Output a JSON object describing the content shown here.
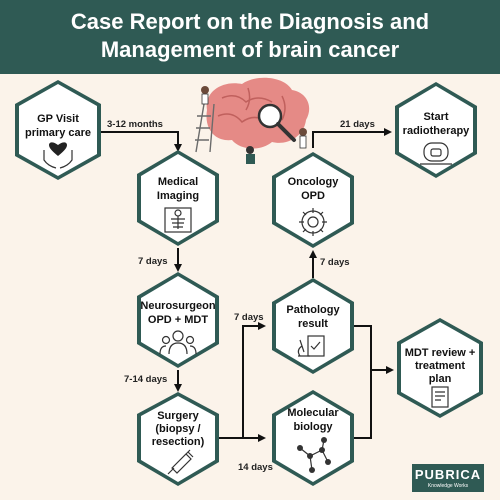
{
  "header": {
    "title_line1": "Case Report on the Diagnosis and",
    "title_line2": "Management of brain cancer"
  },
  "nodes": {
    "gp_visit": {
      "line1": "GP Visit",
      "line2": "primary care",
      "icon": "hands-heart-icon"
    },
    "imaging": {
      "line1": "Medical",
      "line2": "Imaging",
      "icon": "xray-icon"
    },
    "neurosurgeon": {
      "line1": "Neurosurgeon",
      "line2": "OPD + MDT",
      "icon": "doctor-team-icon"
    },
    "surgery": {
      "line1": "Surgery",
      "line2": "(biopsy /",
      "line3": "resection)",
      "icon": "syringe-icon"
    },
    "pathology": {
      "line1": "Pathology",
      "line2": "result",
      "icon": "microscope-clipboard-icon"
    },
    "molecular": {
      "line1": "Molecular",
      "line2": "biology",
      "icon": "molecule-icon"
    },
    "oncology": {
      "line1": "Oncology",
      "line2": "OPD",
      "icon": "virus-target-icon"
    },
    "radiotherapy": {
      "line1": "Start",
      "line2": "radiotherapy",
      "icon": "radiotherapy-machine-icon"
    },
    "mdt_review": {
      "line1": "MDT review +",
      "line2": "treatment",
      "line3": "plan",
      "icon": "document-icon"
    }
  },
  "durations": {
    "gp_to_imaging": "3-12 months",
    "imaging_to_neuro": "7 days",
    "neuro_to_surgery": "7-14 days",
    "to_pathology": "7 days",
    "to_molecular": "14 days",
    "pathology_to_oncology": "7 days",
    "oncology_to_radiotherapy": "21 days"
  },
  "illustration": {
    "icon": "brain-magnifier-illustration-icon"
  },
  "logo": {
    "name": "PUBRICA",
    "tagline": "Knowledge Works"
  },
  "colors": {
    "primary": "#2f5a54",
    "background": "#fbf3ea",
    "brain": "#e58a86"
  }
}
